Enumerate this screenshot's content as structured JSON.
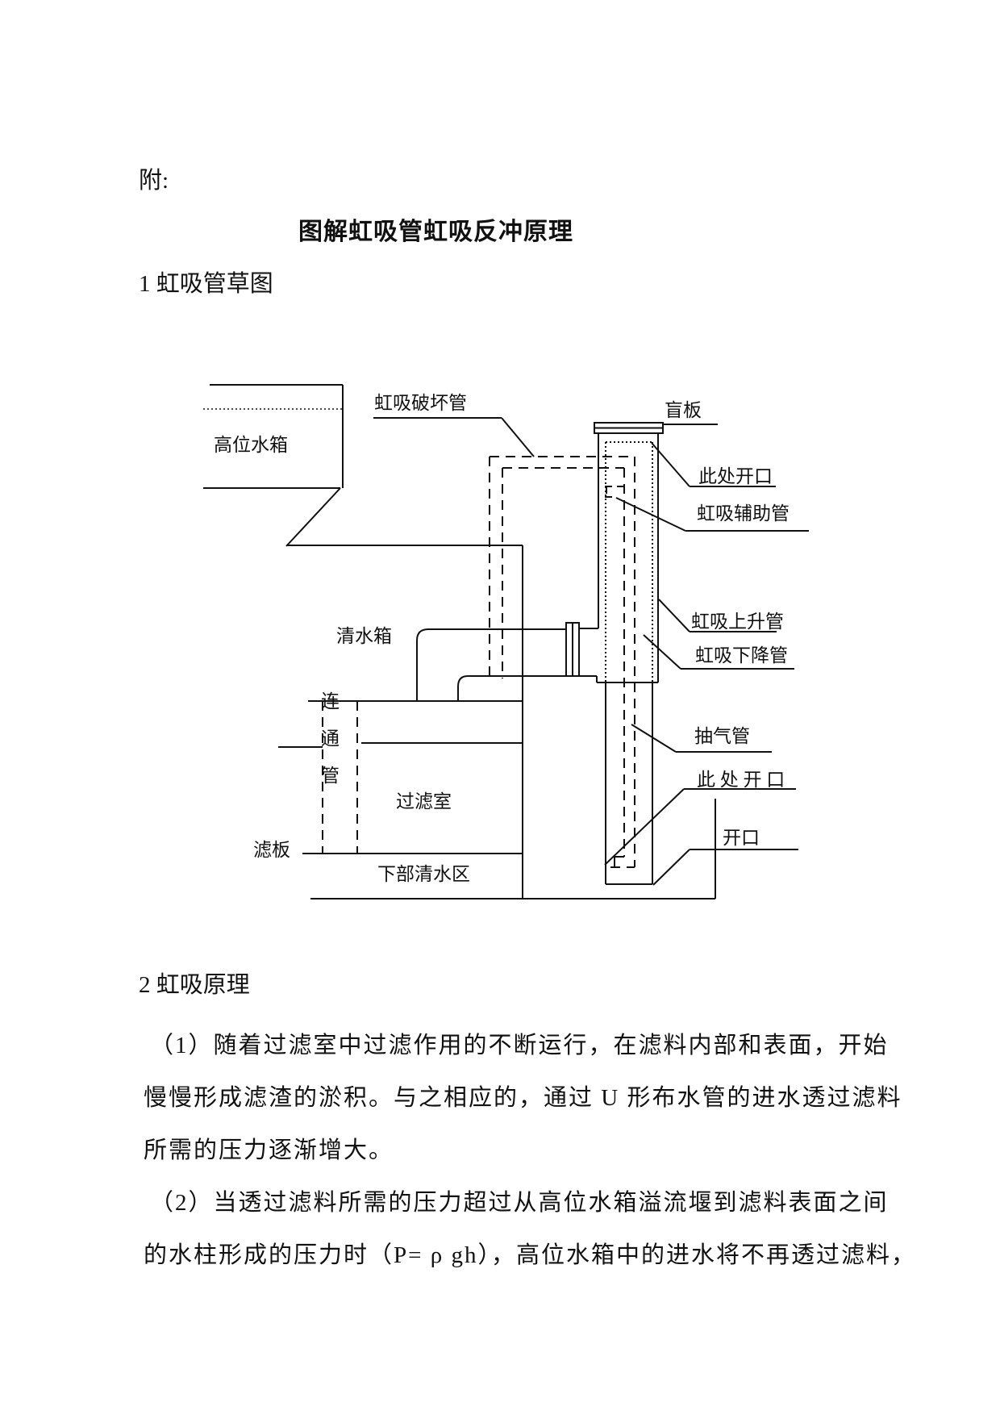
{
  "page": {
    "attachment_label": "附:",
    "title": "图解虹吸管虹吸反冲原理",
    "section1_heading": "1 虹吸管草图",
    "section2_heading": "2 虹吸原理",
    "paragraphs": [
      "（1）随着过滤室中过滤作用的不断运行，在滤料内部和表面，开始",
      "慢慢形成滤渣的淤积。与之相应的，通过 U 形布水管的进水透过滤料",
      "所需的压力逐渐增大。",
      "（2）当透过滤料所需的压力超过从高位水箱溢流堰到滤料表面之间",
      "的水柱形成的压力时（P= ρ gh），高位水箱中的进水将不再透过滤料，"
    ]
  },
  "diagram": {
    "labels": {
      "high_tank": "高位水箱",
      "siphon_break_pipe": "虹吸破坏管",
      "blind_plate": "盲板",
      "opening_here_top": "此处开口",
      "siphon_aux_pipe": "虹吸辅助管",
      "siphon_rise_pipe": "虹吸上升管",
      "siphon_down_pipe": "虹吸下降管",
      "clean_water_tank": "清水箱",
      "connecting_pipe": "连通管",
      "filter_room": "过滤室",
      "filter_plate": "滤板",
      "lower_clean_zone": "下部清水区",
      "air_extract_pipe": "抽气管",
      "opening_here_bottom": "此 处 开 口",
      "opening": "开口"
    },
    "water_line_color": "#0008d0"
  }
}
